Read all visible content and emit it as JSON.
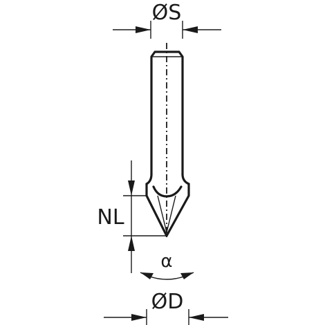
{
  "dimensions": {
    "shank_diameter_label": "ØS",
    "cutting_diameter_label": "ØD",
    "cutting_length_label": "NL",
    "angle_label": "α"
  },
  "colors": {
    "line": "#1a1a1a",
    "background": "#ffffff"
  }
}
